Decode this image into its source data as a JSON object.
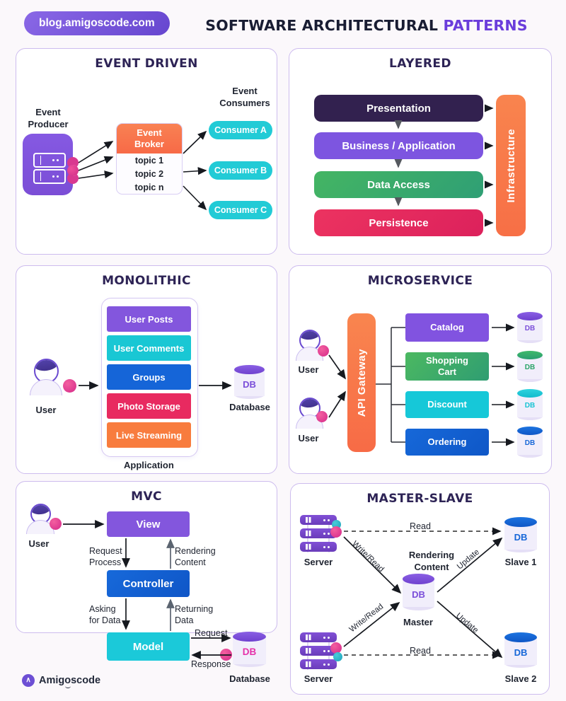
{
  "header": {
    "badge": "blog.amigoscode.com",
    "title_main": "SOFTWARE ARCHITECTURAL",
    "title_accent": "PATTERNS"
  },
  "footer": {
    "brand": "Amigoscode"
  },
  "colors": {
    "accent_purple": "#7d55dd",
    "dark_navy": "#2d2355",
    "orange": "#f8764b",
    "cyan": "#1fc9d6",
    "green": "#3ab475",
    "crimson": "#e7295f",
    "blue": "#1463d6",
    "magenta": "#e0318b",
    "db_lavender": "#f1eefb",
    "badge_purple": "#6d4fd4",
    "headline_accent": "#6b3ddb"
  },
  "panels": {
    "event_driven": {
      "title": "EVENT DRIVEN",
      "producer_label": [
        "Event",
        "Producer"
      ],
      "consumers_label": [
        "Event",
        "Consumers"
      ],
      "broker_title": [
        "Event",
        "Broker"
      ],
      "topics": [
        "topic 1",
        "topic 2",
        "topic n"
      ],
      "consumers": [
        "Consumer A",
        "Consumer B",
        "Consumer C"
      ]
    },
    "layered": {
      "title": "LAYERED",
      "layers": [
        "Presentation",
        "Business / Application",
        "Data Access",
        "Persistence"
      ],
      "infrastructure": "Infrastructure"
    },
    "monolithic": {
      "title": "MONOLITHIC",
      "user_label": "User",
      "modules": [
        "User Posts",
        "User Comments",
        "Groups",
        "Photo Storage",
        "Live Streaming"
      ],
      "app_label": "Application",
      "db_text": "DB",
      "database_label": "Database"
    },
    "microservice": {
      "title": "MICROSERVICE",
      "user_labels": [
        "User",
        "User"
      ],
      "gateway": "API Gateway",
      "services": [
        "Catalog",
        "Shopping Cart",
        "Discount",
        "Ordering"
      ],
      "db_texts": [
        "DB",
        "DB",
        "DB",
        "DB"
      ]
    },
    "mvc": {
      "title": "MVC",
      "user_label": "User",
      "view": "View",
      "controller": "Controller",
      "model": "Model",
      "request_process": [
        "Request",
        "Process"
      ],
      "rendering_content": [
        "Rendering",
        "Content"
      ],
      "asking_for_data": [
        "Asking",
        "for Data"
      ],
      "returning_data": [
        "Returning",
        "Data"
      ],
      "request": "Request",
      "response": "Response",
      "db_text": "DB",
      "database_label": "Database"
    },
    "master_slave": {
      "title": "MASTER-SLAVE",
      "server_labels": [
        "Server",
        "Server"
      ],
      "read_labels": [
        "Read",
        "Read"
      ],
      "write_read_labels": [
        "Write/Read",
        "Write/Read"
      ],
      "update_labels": [
        "Update",
        "Update"
      ],
      "rendering_content": [
        "Rendering",
        "Content"
      ],
      "master_label": "Master",
      "slave_labels": [
        "Slave 1",
        "Slave 2"
      ],
      "db_texts": [
        "DB",
        "DB",
        "DB"
      ]
    }
  }
}
